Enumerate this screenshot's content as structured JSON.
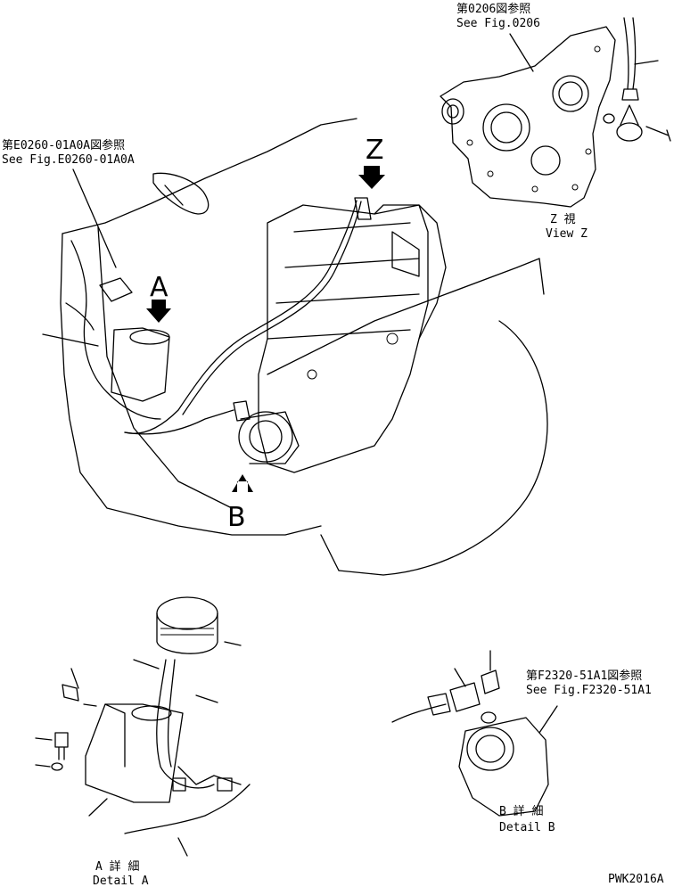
{
  "references": {
    "fig0206_jp": "第0206図参照",
    "fig0206_en": "See Fig.0206",
    "e0260_jp": "第E0260-01A0A図参照",
    "e0260_en": "See Fig.E0260-01A0A",
    "f2320_jp": "第F2320-51A1図参照",
    "f2320_en": "See Fig.F2320-51A1"
  },
  "views": {
    "z_jp": "Z 視",
    "z_en": "View Z",
    "z_marker": "Z",
    "a_marker": "A",
    "b_marker": "B"
  },
  "details": {
    "a_jp": "A 詳 細",
    "a_en": "Detail A",
    "b_jp": "B 詳 細",
    "b_en": "Detail B"
  },
  "figure_code": "PWK2016A"
}
